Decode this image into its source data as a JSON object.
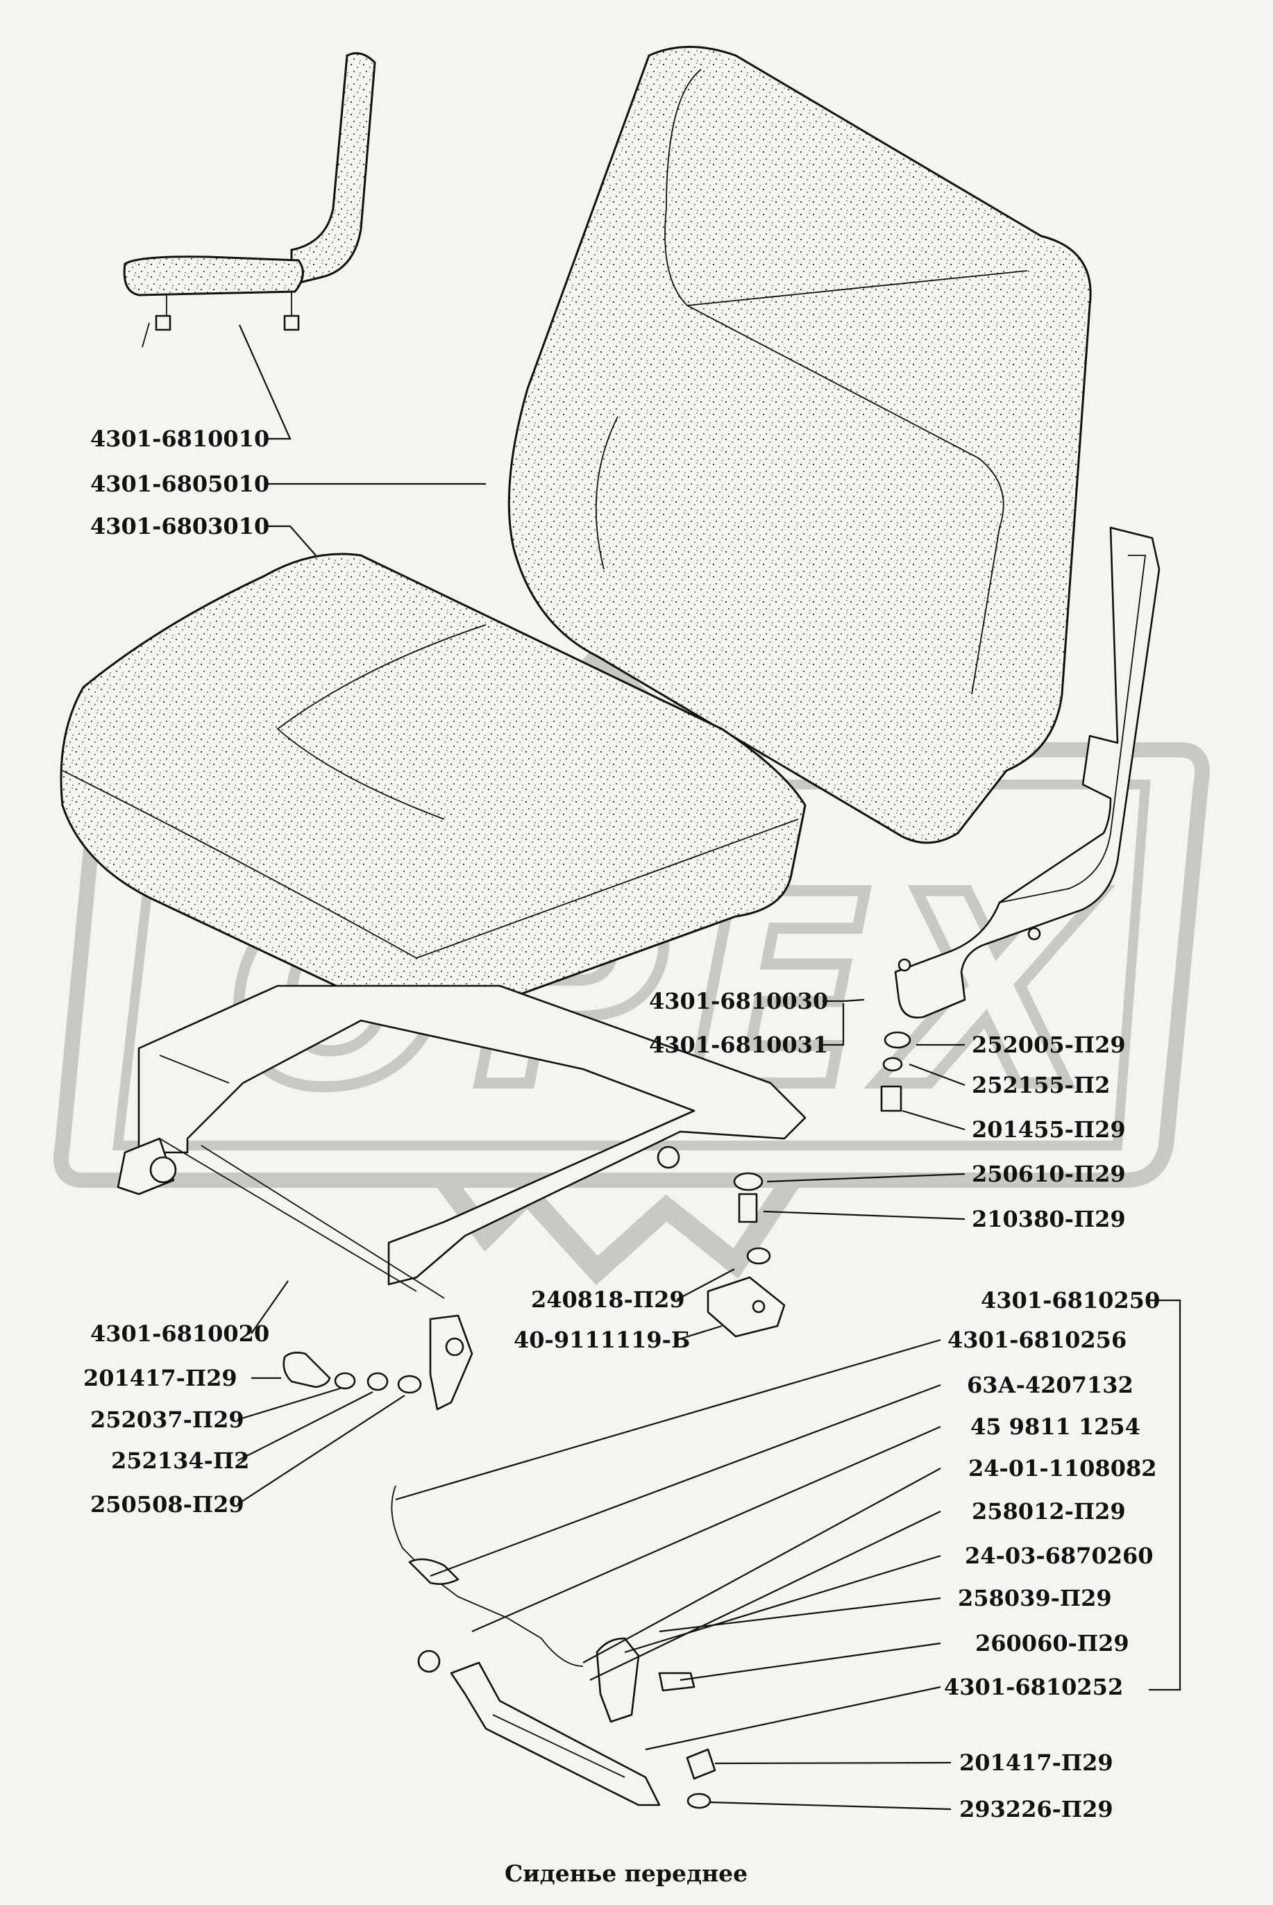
{
  "caption": "Сиденье переднее",
  "watermark": "OPEX",
  "colors": {
    "background": "#f4f4f1",
    "ink": "#111111",
    "watermark": "#c9c9c4"
  },
  "labels": {
    "p01": "4301-6810010",
    "p02": "4301-6805010",
    "p03": "4301-6803010",
    "p04": "4301-6810030",
    "p05": "4301-6810031",
    "p06": "252005-П29",
    "p07": "252155-П2",
    "p08": "201455-П29",
    "p09": "250610-П29",
    "p10": "210380-П29",
    "p11": "240818-П29",
    "p12": "40-9111119-Б",
    "p13": "4301-6810020",
    "p14": "201417-П29",
    "p15": "252037-П29",
    "p16": "252134-П2",
    "p17": "250508-П29",
    "p18": "4301-6810250",
    "p19": "4301-6810256",
    "p20": "63А-4207132",
    "p21": "45 9811 1254",
    "p22": "24-01-1108082",
    "p23": "258012-П29",
    "p24": "24-03-6870260",
    "p25": "258039-П29",
    "p26": "260060-П29",
    "p27": "4301-6810252",
    "p28": "201417-П29",
    "p29": "293226-П29"
  }
}
